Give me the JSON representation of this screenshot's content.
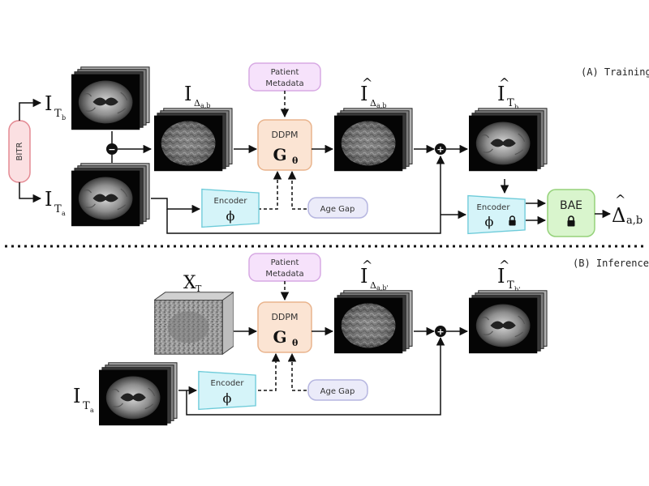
{
  "sections": {
    "training": "(A) Training",
    "inference": "(B) Inference"
  },
  "nodes": {
    "bitr": "BITR",
    "patient_metadata_line1": "Patient",
    "patient_metadata_line2": "Metadata",
    "ddpm": "DDPM",
    "generator_main": "G",
    "generator_sub": "θ",
    "encoder": "Encoder",
    "encoder_symbol": "ϕ",
    "age_gap": "Age Gap",
    "bae": "BAE",
    "minus": "−",
    "plus": "+",
    "lock_icon": "lock-icon",
    "brain_icon": "brain-mri-stack-icon"
  },
  "labels": {
    "I": "I",
    "X": "X",
    "T": "T",
    "Tb": "b",
    "Ta": "a",
    "Delta_ab": "Δ",
    "ab": "a,b",
    "ab_prime": "a,b'",
    "b_prime": "b'",
    "hat": "^",
    "Delta_hat": "Δ"
  },
  "colors": {
    "bitr_fill": "#fbe0e2",
    "bitr_stroke": "#e48a93",
    "metadata_fill": "#f6e2fb",
    "metadata_stroke": "#d7a9e3",
    "ddpm_fill": "#fbe4d3",
    "ddpm_stroke": "#e9b48d",
    "encoder_fill": "#d5f4f9",
    "encoder_stroke": "#6dcbd9",
    "agegap_fill": "#ebebf9",
    "agegap_stroke": "#b6b6e0",
    "bae_fill": "#d9f5cd",
    "bae_stroke": "#95d27a"
  }
}
